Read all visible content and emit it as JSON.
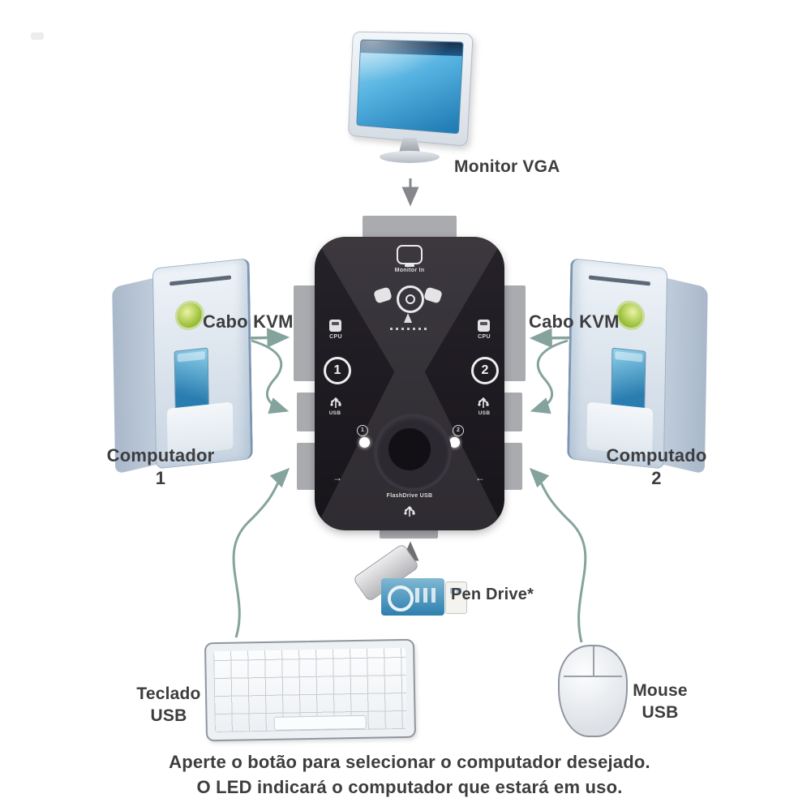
{
  "monitor": {
    "label": "Monitor VGA"
  },
  "kvm": {
    "monitor_in": "Monitor In",
    "ports": [
      {
        "cpu": "CPU",
        "button": "1",
        "usb": "USB",
        "led": "1"
      },
      {
        "cpu": "CPU",
        "button": "2",
        "usb": "USB",
        "led": "2"
      }
    ],
    "flashdrive": "FlashDrive USB"
  },
  "cables": {
    "left": "Cabo KVM",
    "right": "Cabo KVM"
  },
  "computers": [
    {
      "name": "Computador",
      "number": "1"
    },
    {
      "name": "Computado",
      "number": "2"
    }
  ],
  "pen_drive": {
    "label": "Pen Drive*"
  },
  "keyboard": {
    "line1": "Teclado",
    "line2": "USB"
  },
  "mouse": {
    "line1": "Mouse",
    "line2": "USB"
  },
  "caption": {
    "line1": "Aperte o botão para selecionar o computador desejado.",
    "line2": "O LED indicará o computador que estará em uso."
  },
  "colors": {
    "cable_arrow": "#85a39d",
    "gray_arrow": "#85878b",
    "device_body": "#1b181d",
    "port_tab": "#a9abae",
    "screen_blue": "#2a84c0",
    "badge_green": "#9ec23e",
    "label_text": "#3d3d3f"
  }
}
